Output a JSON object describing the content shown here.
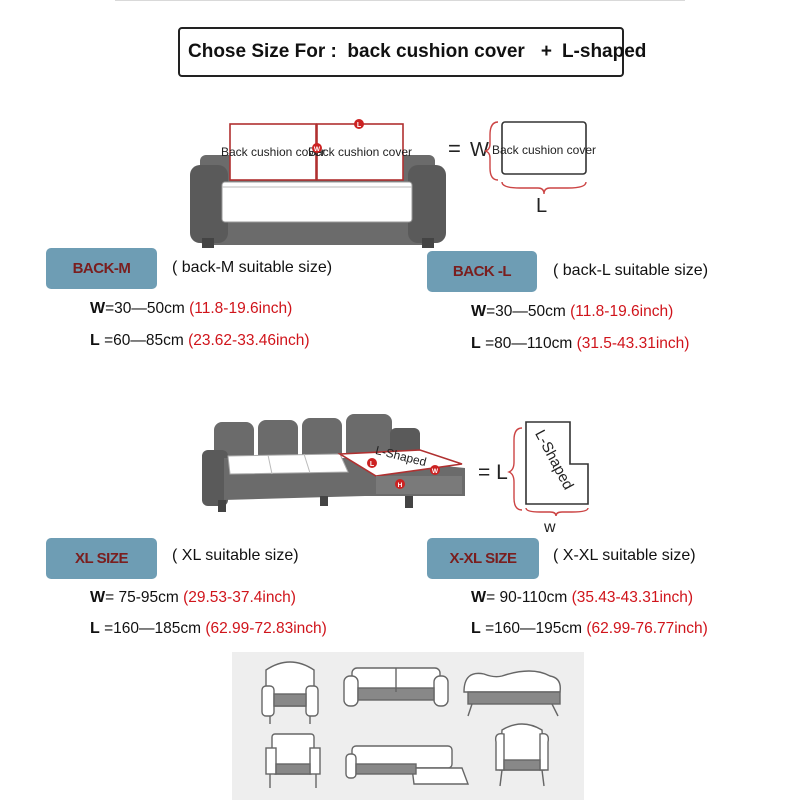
{
  "header": {
    "prefix": "Chose Size For :",
    "part1": "back cushion cover",
    "plus": "+",
    "part2": "L-shaped"
  },
  "diagram_back": {
    "cushion_label": "Back cushion cover",
    "eq": "=",
    "w": "W",
    "l": "L",
    "marker_l": "L",
    "marker_w": "W"
  },
  "diagram_l": {
    "seat_label": "L-Shaped",
    "eq": "= L",
    "w": "w",
    "marker_l": "L",
    "marker_w": "W",
    "marker_h": "H"
  },
  "sizes": [
    {
      "badge": "BACK-M",
      "desc": "( back-M suitable size)",
      "w_key": "W",
      "w_val": "=30—50cm ",
      "w_inch": "(11.8-19.6inch)",
      "l_key": "L",
      "l_val": " =60—85cm ",
      "l_inch": "(23.62-33.46inch)"
    },
    {
      "badge": "BACK -L",
      "desc": "( back-L suitable size)",
      "w_key": "W",
      "w_val": "=30—50cm ",
      "w_inch": "(11.8-19.6inch)",
      "l_key": "L",
      "l_val": " =80—110cm ",
      "l_inch": "(31.5-43.31inch)"
    },
    {
      "badge": "XL SIZE",
      "desc": "( XL suitable size)",
      "w_key": "W",
      "w_val": "= 75-95cm ",
      "w_inch": "(29.53-37.4inch)",
      "l_key": "L",
      "l_val": " =160—185cm ",
      "l_inch": "(62.99-72.83inch)"
    },
    {
      "badge": "X-XL SIZE",
      "desc": "( X-XL suitable size)",
      "w_key": "W",
      "w_val": "= 90-110cm ",
      "w_inch": "(35.43-43.31inch)",
      "l_key": "L",
      "l_val": " =160—195cm ",
      "l_inch": "(62.99-76.77inch)"
    }
  ],
  "colors": {
    "badge_bg": "#6e9db4",
    "badge_text": "#7a1e1e",
    "inch_red": "#d0141b",
    "sofa": "#6b6b6b"
  },
  "icons": [
    "tub-chair-icon",
    "three-seat-sofa-icon",
    "chaise-lounge-icon",
    "armchair-icon",
    "l-shaped-sofa-icon",
    "wingback-chair-icon"
  ]
}
